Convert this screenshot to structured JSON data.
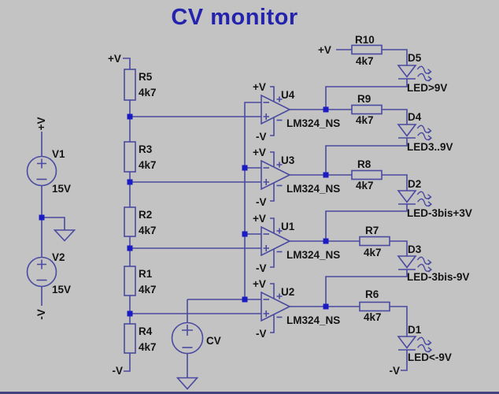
{
  "title": "CV monitor",
  "rails": {
    "plus": "+V",
    "minus": "-V"
  },
  "sources": {
    "v1": {
      "ref": "V1",
      "value": "15V"
    },
    "v2": {
      "ref": "V2",
      "value": "15V"
    },
    "cv": {
      "ref": "CV"
    }
  },
  "ladder": [
    {
      "ref": "R5",
      "value": "4k7"
    },
    {
      "ref": "R3",
      "value": "4k7"
    },
    {
      "ref": "R2",
      "value": "4k7"
    },
    {
      "ref": "R1",
      "value": "4k7"
    },
    {
      "ref": "R4",
      "value": "4k7"
    }
  ],
  "opamps": [
    {
      "ref": "U4",
      "part": "LM324_NS"
    },
    {
      "ref": "U3",
      "part": "LM324_NS"
    },
    {
      "ref": "U1",
      "part": "LM324_NS"
    },
    {
      "ref": "U2",
      "part": "LM324_NS"
    }
  ],
  "outputs": [
    {
      "res": "R10",
      "value": "4k7",
      "diode": "D5",
      "label": "LED>9V"
    },
    {
      "res": "R9",
      "value": "4k7",
      "diode": "D4",
      "label": "LED3..9V"
    },
    {
      "res": "R8",
      "value": "4k7",
      "diode": "D2",
      "label": "LED-3bis+3V"
    },
    {
      "res": "R7",
      "value": "4k7",
      "diode": "D3",
      "label": "LED-3bis-9V"
    },
    {
      "res": "R6",
      "value": "4k7",
      "diode": "D1",
      "label": "LED<-9V"
    }
  ],
  "colors": {
    "background": "#c3c3c3",
    "wire": "#4a4aa0",
    "junction": "#1b1bc4",
    "title": "#2323ae",
    "text": "#141414",
    "bottom_border": "#42427c"
  }
}
